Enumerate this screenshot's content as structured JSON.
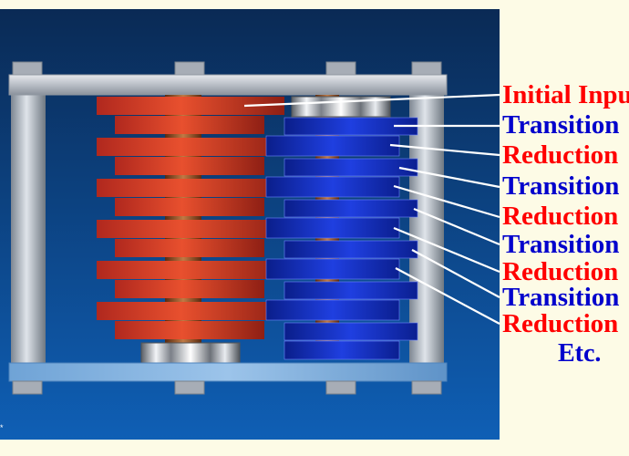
{
  "labels": [
    {
      "text": "Initial Input",
      "color": "#ff0000"
    },
    {
      "text": "Transition",
      "color": "#0000cc"
    },
    {
      "text": "Reduction",
      "color": "#ff0000"
    },
    {
      "text": "Transition",
      "color": "#0000cc"
    },
    {
      "text": "Reduction",
      "color": "#ff0000"
    },
    {
      "text": "Transition",
      "color": "#0000cc"
    },
    {
      "text": "Reduction",
      "color": "#ff0000"
    },
    {
      "text": "Transition",
      "color": "#0000cc"
    },
    {
      "text": "Reduction",
      "color": "#ff0000"
    }
  ],
  "etc_label": "Etc."
}
